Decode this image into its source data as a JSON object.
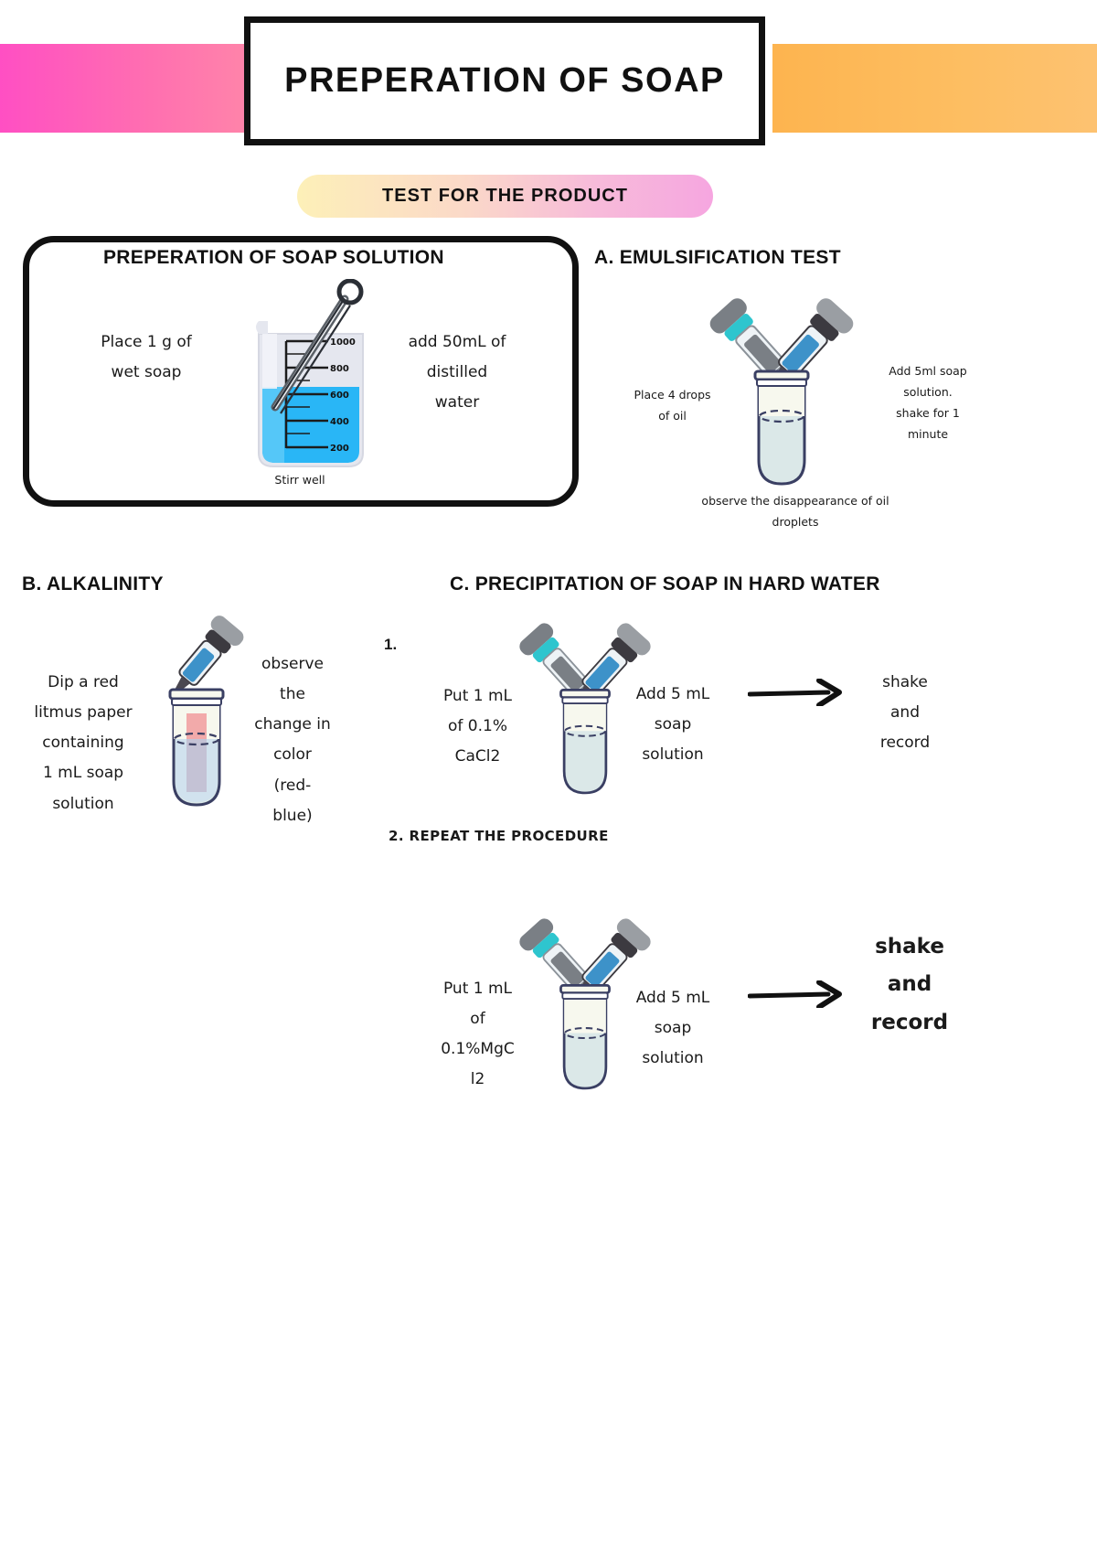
{
  "header": {
    "title": "PREPERATION OF SOAP",
    "subtitle": "TEST FOR THE PRODUCT",
    "banner_left_color": "#ff4fc3",
    "banner_right_color": "#fdb44f",
    "pill_gradient_start": "#fdf0b8",
    "pill_gradient_end": "#f6a6e0"
  },
  "soap_solution": {
    "heading": "PREPERATION OF SOAP SOLUTION",
    "left_note": "Place 1 g of\nwet soap",
    "right_note": "add 50mL of\ndistilled\nwater",
    "bottom_note": "Stirr well",
    "beaker_ticks": [
      "1000",
      "800",
      "600",
      "400",
      "200"
    ],
    "liquid_color": "#29b6f6"
  },
  "emulsification": {
    "heading": "A. EMULSIFICATION TEST",
    "left_note": "Place 4 drops\nof oil",
    "right_note": "Add 5ml soap\nsolution.\nshake for 1\nminute",
    "bottom_note": "observe the disappearance of oil\ndroplets"
  },
  "alkalinity": {
    "heading": "B. ALKALINITY",
    "left_note": "Dip a red\nlitmus paper\ncontaining\n1 mL soap\nsolution",
    "right_note": "observe\nthe\nchange in\ncolor\n(red-\nblue)",
    "litmus_color": "#f2aaaa"
  },
  "precipitation": {
    "heading": "C. PRECIPITATION OF SOAP IN HARD WATER",
    "step1_number": "1.",
    "step1_left_note": "Put 1 mL\nof 0.1%\nCaCl2",
    "step1_mid_note": "Add 5 mL\nsoap\nsolution",
    "step1_result_note": "shake\nand\nrecord",
    "step2_label": "2. REPEAT THE PROCEDURE",
    "step2_left_note": "Put 1 mL\nof\n0.1%MgC\nl2",
    "step2_mid_note": "Add 5 mL\nsoap\nsolution",
    "step2_result_note": "shake\nand\nrecord"
  }
}
